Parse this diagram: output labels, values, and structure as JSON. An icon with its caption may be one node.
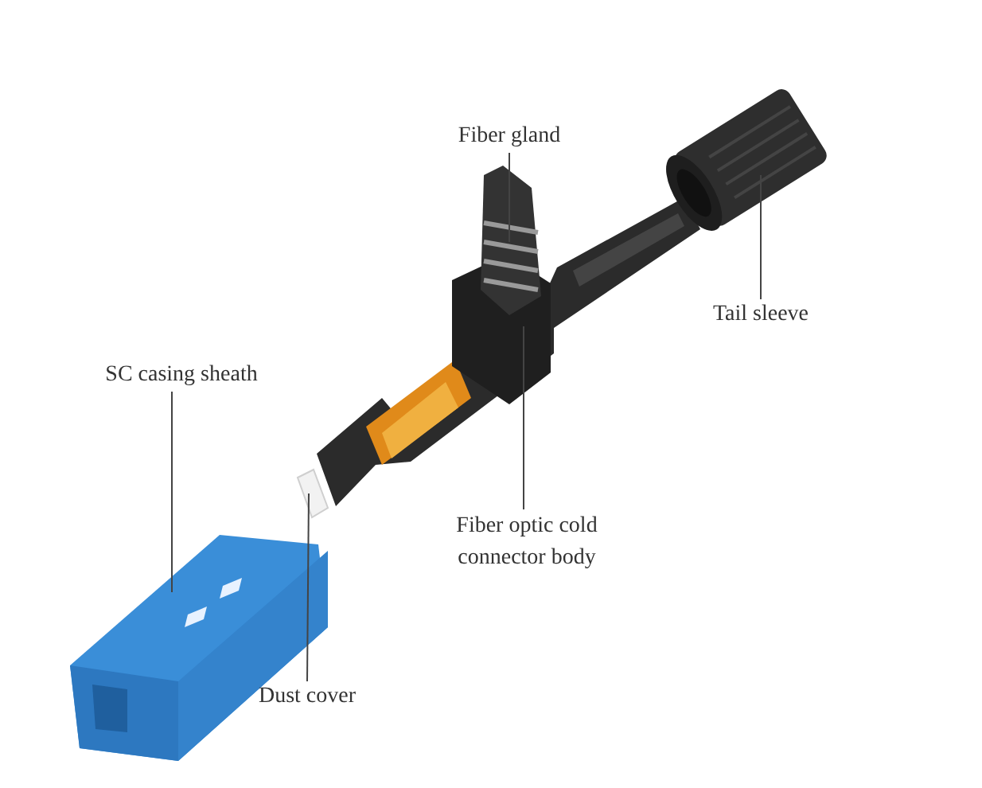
{
  "diagram": {
    "nodes": [
      {
        "text": [
          "Fiber gland"
        ]
      },
      {
        "text": [
          "Tail sleeve"
        ]
      },
      {
        "text": [
          "SC casing sheath"
        ]
      },
      {
        "text": [
          "Fiber optic cold connector body"
        ]
      },
      {
        "text": [
          "Dust cover"
        ]
      },
      {
        "text": [],
        "shape": "picture"
      },
      {
        "text": [],
        "shape": "picture"
      },
      {
        "text": [],
        "shape": "picture"
      },
      {
        "text": [],
        "shape": "picture"
      },
      {
        "text": [],
        "shape": "picture"
      }
    ],
    "edges": [
      {
        "from": 0,
        "to": 8,
        "arrow": "none"
      },
      {
        "from": 1,
        "to": 9,
        "arrow": "none"
      },
      {
        "from": 2,
        "to": 5,
        "arrow": "none"
      },
      {
        "from": 3,
        "to": 7,
        "arrow": "none"
      },
      {
        "from": 4,
        "to": 6,
        "arrow": "none"
      }
    ]
  }
}
